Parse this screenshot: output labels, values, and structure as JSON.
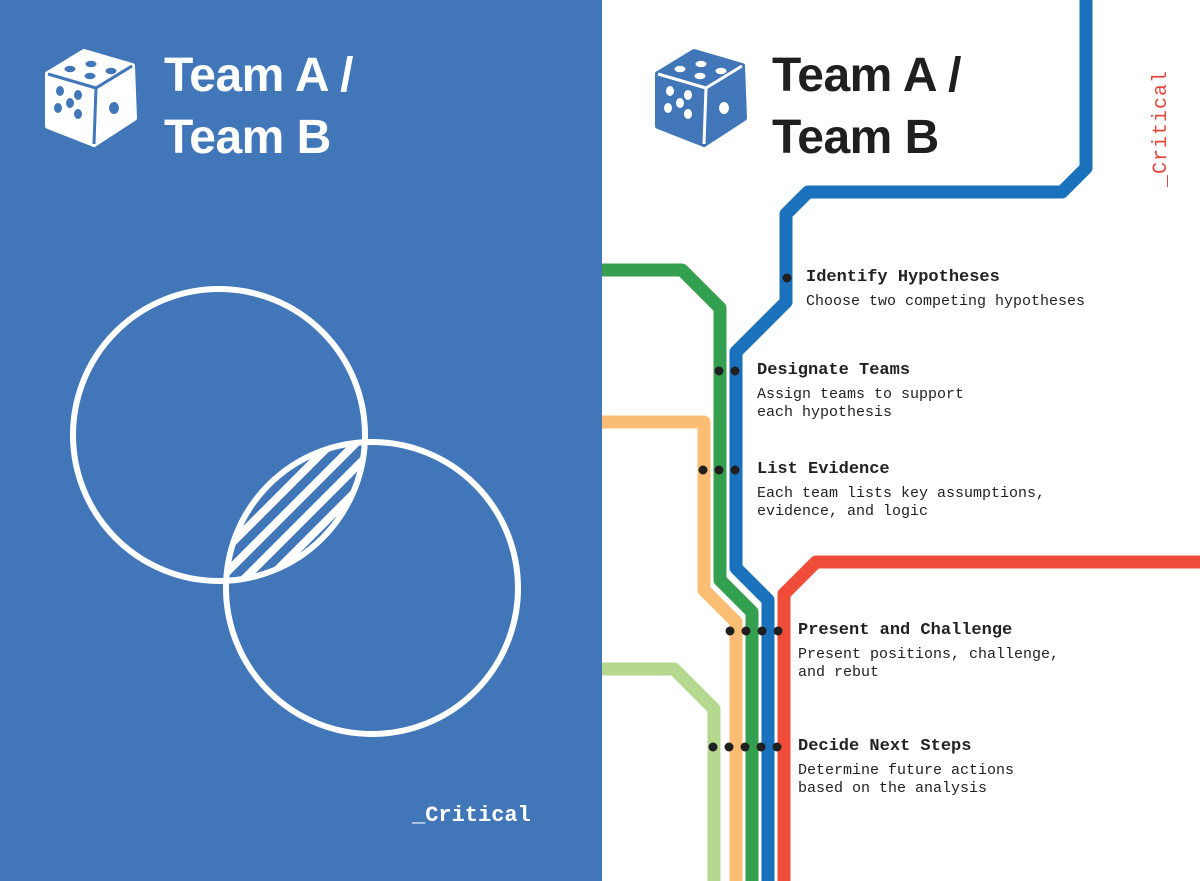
{
  "left_card": {
    "title_line1": "Team A /",
    "title_line2": "Team B",
    "brand": "_Critical",
    "background": "#4176b9",
    "icon": "dice-icon",
    "illustration": "venn-diagram-icon"
  },
  "right_card": {
    "title_line1": "Team A /",
    "title_line2": "Team B",
    "brand": "_Critical",
    "icon": "dice-icon",
    "line_colors": {
      "blue": "#1a72bd",
      "green": "#34a04f",
      "orange": "#fbbd73",
      "light_green": "#b5d88f",
      "red": "#ef4c3a"
    },
    "steps": [
      {
        "title": "Identify Hypotheses",
        "desc": "Choose two competing hypotheses"
      },
      {
        "title": "Designate Teams",
        "desc": "Assign teams to support\neach hypothesis"
      },
      {
        "title": "List Evidence",
        "desc": "Each team lists key assumptions,\nevidence, and logic"
      },
      {
        "title": "Present and Challenge",
        "desc": "Present positions, challenge,\nand rebut"
      },
      {
        "title": "Decide Next Steps",
        "desc": "Determine future actions\nbased on the analysis"
      }
    ]
  }
}
